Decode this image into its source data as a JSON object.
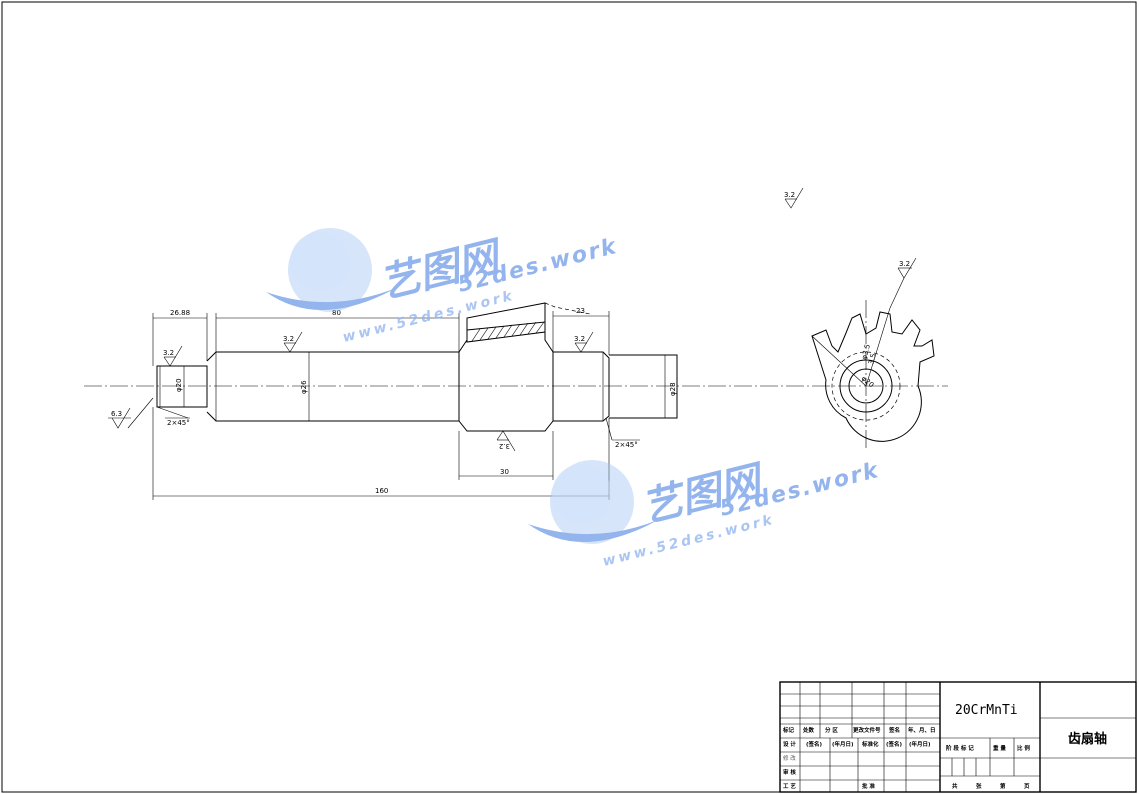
{
  "drawing": {
    "surface_finish": [
      "3.2",
      "3.2",
      "3.2",
      "3.2",
      "3.2",
      "3.2",
      "6.3"
    ],
    "dimensions": {
      "d_26_88": "26.88",
      "d_80": "80",
      "d_23": "23",
      "d_160": "160",
      "d_30": "30",
      "phi20": "φ20",
      "phi26": "φ26",
      "phi28": "φ28",
      "chamfer_left": "2×45°",
      "chamfer_right": "2×45°",
      "gear_r1": "φ3.5",
      "gear_r2": "3.5",
      "gear_bore": "φ20"
    }
  },
  "watermark": {
    "cn": "艺图网",
    "en": "52des.work",
    "url": "www.52des.work"
  },
  "title_block": {
    "material": "20CrMnTi",
    "part_name": "齿扇轴",
    "row_labels": {
      "mark": "标记",
      "count": "处数",
      "zone": "分 区",
      "doc_no": "更改文件号",
      "sign": "签名",
      "date": "年、月、日",
      "design": "设 计",
      "sign2": "(签名)",
      "date2": "(年月日)",
      "standard": "标准化",
      "sign3": "(签名)",
      "date3": "(年月日)",
      "revise": "修 改",
      "check": "审 核",
      "process": "工 艺",
      "approve": "批 准"
    },
    "stage": {
      "stage_mark": "阶 段 标 记",
      "weight": "重 量",
      "ratio": "比 例"
    },
    "sheet": {
      "total": "共",
      "sheets": "张",
      "no": "第",
      "page": "页"
    }
  }
}
